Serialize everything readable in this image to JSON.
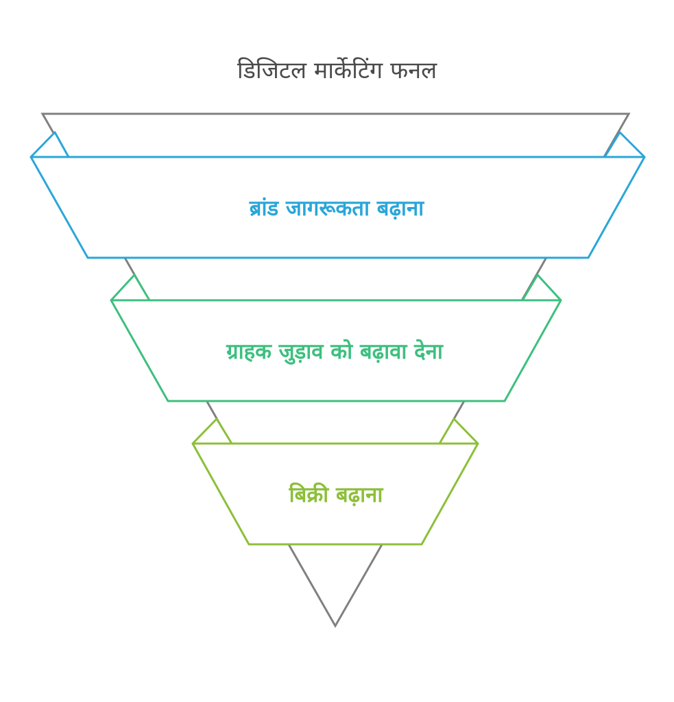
{
  "diagram": {
    "title": "डिजिटल मार्केटिंग फनल",
    "stages": [
      {
        "label": "ब्रांड जागरूकता बढ़ाना",
        "color": "#2aa6d8"
      },
      {
        "label": "ग्राहक जुड़ाव को बढ़ावा देना",
        "color": "#3dbf7e"
      },
      {
        "label": "बिक्री बढ़ाना",
        "color": "#8cbf3a"
      }
    ],
    "outline_color": "#808080"
  }
}
